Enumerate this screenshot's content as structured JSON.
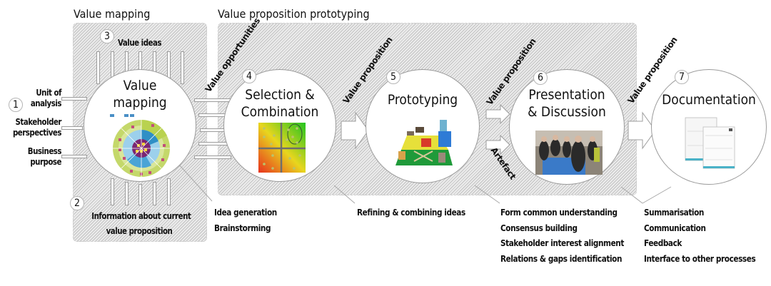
{
  "sections": {
    "value_mapping_title": "Value mapping",
    "prototyping_title": "Value proposition prototyping"
  },
  "inputs": [
    {
      "number": "1",
      "lines": [
        "Unit of",
        "analysis"
      ]
    },
    {
      "lines": [
        "Stakeholder",
        "perspectives"
      ]
    },
    {
      "lines": [
        "Business",
        "purpose"
      ]
    }
  ],
  "value_ideas": {
    "number": "3",
    "label": "Value ideas"
  },
  "current_info": {
    "number": "2",
    "lines": [
      "Information about current",
      "value proposition"
    ]
  },
  "steps": [
    {
      "number": "",
      "title_lines": [
        "Value",
        "mapping"
      ],
      "image": "value-map-wheel",
      "notes": [
        "Idea generation",
        "Brainstorming"
      ]
    },
    {
      "number": "4",
      "title_lines": [
        "Selection &",
        "Combination"
      ],
      "image": "selection-matrix",
      "notes": [
        "Refining & combining ideas"
      ]
    },
    {
      "number": "5",
      "title_lines": [
        "Prototyping"
      ],
      "image": "prototype-model-photo",
      "notes": []
    },
    {
      "number": "6",
      "title_lines": [
        "Presentation",
        "& Discussion"
      ],
      "image": "workshop-photo",
      "notes": [
        "Form common understanding",
        "Consensus building",
        "Stakeholder interest alignment",
        "Relations & gaps identification"
      ]
    },
    {
      "number": "7",
      "title_lines": [
        "Documentation"
      ],
      "image": "documentation-sheets",
      "notes": [
        "Summarisation",
        "Communication",
        "Feedback",
        "Interface to other processes"
      ]
    }
  ],
  "flows": {
    "value_opportunities": "Value opportunities",
    "value_proposition_a": "Value proposition",
    "value_proposition_b": "Value proposition",
    "artefact": "Artefact",
    "value_proposition_c": "Value proposition"
  },
  "colors": {
    "hatch": "#e4e4e4",
    "circle_border": "#9b9b9b",
    "text": "#111111"
  }
}
